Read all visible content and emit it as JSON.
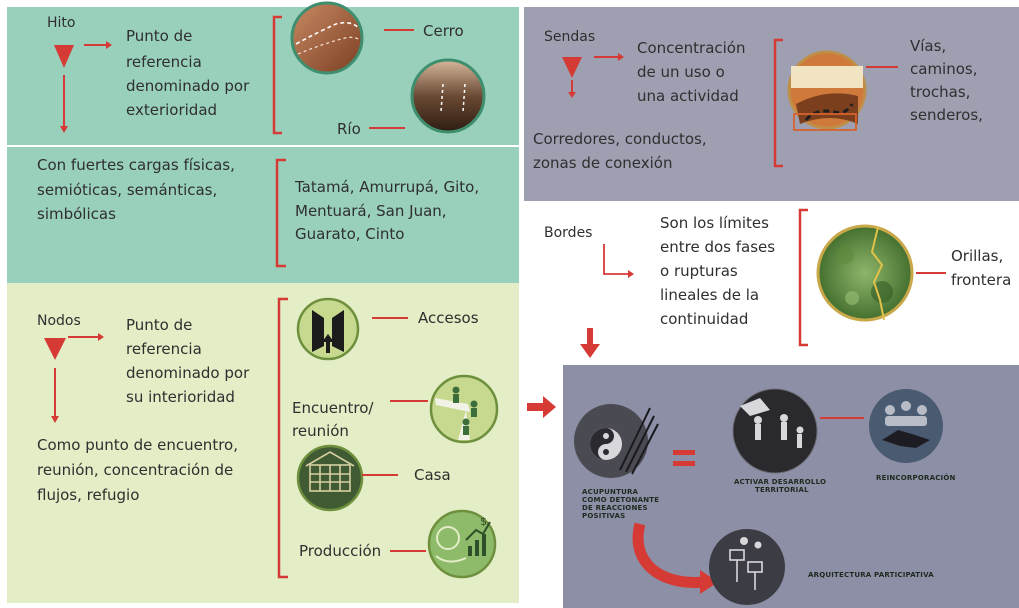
{
  "hito": {
    "title": "Hito",
    "definition": [
      "Punto de",
      "referencia",
      "denominado por",
      "exterioridad"
    ],
    "examples": [
      "Cerro",
      "Río"
    ],
    "charges": [
      "Con fuertes cargas físicas,",
      "semióticas, semánticas,",
      "simbólicas"
    ],
    "places": [
      "Tatamá, Amurrupá,  Gito,",
      "Mentuará, San Juan,",
      "Guarato, Cinto"
    ]
  },
  "sendas": {
    "title": "Sendas",
    "definition": [
      "Concentración",
      "de un uso o",
      "una actividad"
    ],
    "types": [
      "Corredores, conductos,",
      "zonas de conexión"
    ],
    "examples": [
      "Vías,",
      "caminos,",
      "trochas,",
      "senderos,"
    ]
  },
  "bordes": {
    "title": "Bordes",
    "definition": [
      "Son los límites",
      "entre dos fases",
      "o rupturas",
      "lineales de la",
      "continuidad"
    ],
    "examples": [
      "Orillas,",
      "frontera"
    ]
  },
  "nodos": {
    "title": "Nodos",
    "definition": [
      "Punto de",
      "referencia",
      "denominado por",
      "su interioridad"
    ],
    "description": [
      "Como punto de encuentro,",
      "reunión, concentración de",
      "flujos, refugio"
    ],
    "items": [
      "Accesos",
      "Encuentro/",
      "reunión",
      "Casa",
      "Producción"
    ]
  },
  "acupuntura": {
    "left_label": [
      "ACUPUNTURA",
      "COMO DETONANTE",
      "DE REACCIONES",
      "POSITIVAS"
    ],
    "activar": [
      "ACTIVAR DESARROLLO",
      "TERRITORIAL"
    ],
    "reincorporacion": "REINCORPORACIÓN",
    "arquitectura": "ARQUITECTURA PARTICIPATIVA"
  },
  "colors": {
    "hito_bg": "#99d0bc",
    "sendas_bg": "#9ea0b2",
    "nodos_bg": "#e3edc6",
    "acupuntura_bg": "#8d8fa6",
    "accent_red": "#d63a35",
    "circle_green": "#c6d98e",
    "circle_border": "#6e8f3c"
  },
  "icons": [
    "triangle-marker-icon",
    "arrow-right-icon",
    "cerro-photo-icon",
    "rio-photo-icon",
    "senda-road-icon",
    "borde-aerial-icon",
    "acceso-icon",
    "encuentro-icon",
    "casa-photo-icon",
    "produccion-icon",
    "yin-yang-acupuncture-icon",
    "equals-icon",
    "crowd-photo-icon",
    "handshake-icon",
    "participation-icon",
    "curved-arrow-icon"
  ]
}
